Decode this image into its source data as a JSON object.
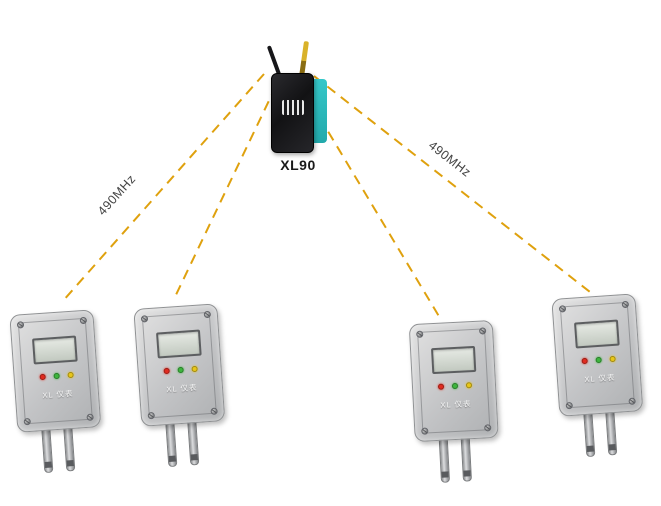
{
  "diagram": {
    "gateway": {
      "label": "XL90"
    },
    "frequency_labels": {
      "left": "490MHz",
      "right": "490MHz"
    },
    "sensors": [
      {
        "label": "XL 仪表"
      },
      {
        "label": "XL 仪表"
      },
      {
        "label": "XL 仪表"
      },
      {
        "label": "XL 仪表"
      }
    ],
    "colors": {
      "link": "#DFA10E",
      "accent_teal": "#35C7C9",
      "led_red": "#E02B20",
      "led_green": "#3DB53D",
      "led_yellow": "#E8C619"
    }
  }
}
